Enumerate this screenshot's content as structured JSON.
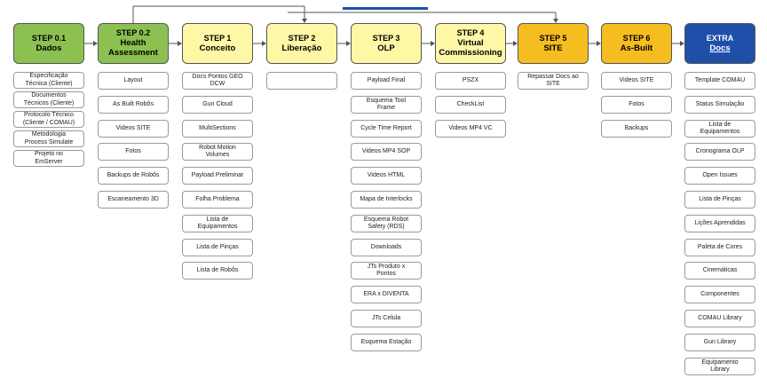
{
  "columns": [
    {
      "title": "STEP 0.1",
      "subtitle": "Dados",
      "color": "#8cc152",
      "items": [
        "Especificação\nTécnica (Cliente)",
        "Documentos\nTécnicos (Cliente)",
        "Protocolo Técnico\n(Cliente / COMAU)",
        "Metodologia\nProcess Simulate",
        "Projeto no\nEmServer"
      ]
    },
    {
      "title": "STEP 0.2",
      "subtitle": "Health\nAssessment",
      "color": "#8cc152",
      "items": [
        "Layout",
        "As Built Robôs",
        "Videos SITE",
        "Fotos",
        "Backups de Robôs",
        "Escaneamento 3D"
      ]
    },
    {
      "title": "STEP 1",
      "subtitle": "Conceito",
      "color": "#fdf7a6",
      "items": [
        "Docs Pontos GEO\nDCW",
        "Gun Cloud",
        "MultiSections",
        "Robot Motion\nVolumes",
        "Payload Preliminar",
        "Folha Problema",
        "Lista de\nEquipamentos",
        "Lista de Pinças",
        "Lista de Robôs"
      ]
    },
    {
      "title": "STEP 2",
      "subtitle": "Liberação",
      "color": "#fdf7a6",
      "items": [
        ""
      ]
    },
    {
      "title": "STEP 3",
      "subtitle": "OLP",
      "color": "#fdf7a6",
      "items": [
        "Payload Final",
        "Esquema Tool\nFrame",
        "Cycle Time Report",
        "Videos MP4 SOP",
        "Videos HTML",
        "Mapa de Interlocks",
        "Esquema Robot\nSafety (RDS)",
        "Downloads",
        "JTs Produto x\nPontos",
        "ERA x DIVENTA",
        "JTs Celula",
        "Esquema Estação"
      ]
    },
    {
      "title": "STEP 4",
      "subtitle": "Virtual\nCommissioning",
      "color": "#fdf7a6",
      "items": [
        "PSZX",
        "CheckList",
        "Videos MP4 VC"
      ]
    },
    {
      "title": "STEP 5",
      "subtitle": "SITE",
      "color": "#f5bd1f",
      "items": [
        "Repassar Docs ao\nSITE"
      ]
    },
    {
      "title": "STEP 6",
      "subtitle": "As-Built",
      "color": "#f5bd1f",
      "items": [
        "Videos SITE",
        "Fotos",
        "Backups"
      ]
    },
    {
      "title": "EXTRA",
      "subtitle": "Docs",
      "color": "#1f4fa8",
      "items": [
        "Template COMAU",
        "Status Simulação",
        "Lista de\nEquipamentos",
        "Cronograma OLP",
        "Open Issues",
        "Lista de Pinças",
        "Lições Aprendidas",
        "Paleta de Cores",
        "Cinemáticas",
        "Componentes",
        "COMAU Library",
        "Gun Library",
        "Equipamento\nLibrary"
      ]
    }
  ]
}
